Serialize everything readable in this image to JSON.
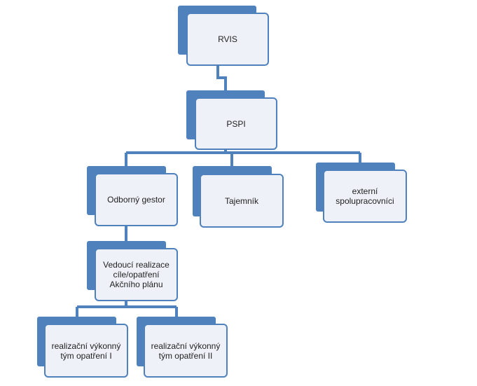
{
  "diagram": {
    "nodes": {
      "rvis": "RVIS",
      "pspi": "PSPI",
      "odborny_gestor": "Odborný gestor",
      "tajemnik": "Tajemník",
      "externi": "externí\nspolupracovníci",
      "vedouci": "Vedoucí realizace\ncíle/opatření\nAkčního plánu",
      "tym1": "realizační výkonný\ntým opatření I",
      "tym2": "realizační výkonný\ntým opatření II"
    },
    "colors": {
      "shadow": "#4f81bd",
      "fill": "#eef1f8",
      "border": "#4f81bd",
      "connector": "#4f81bd"
    }
  }
}
